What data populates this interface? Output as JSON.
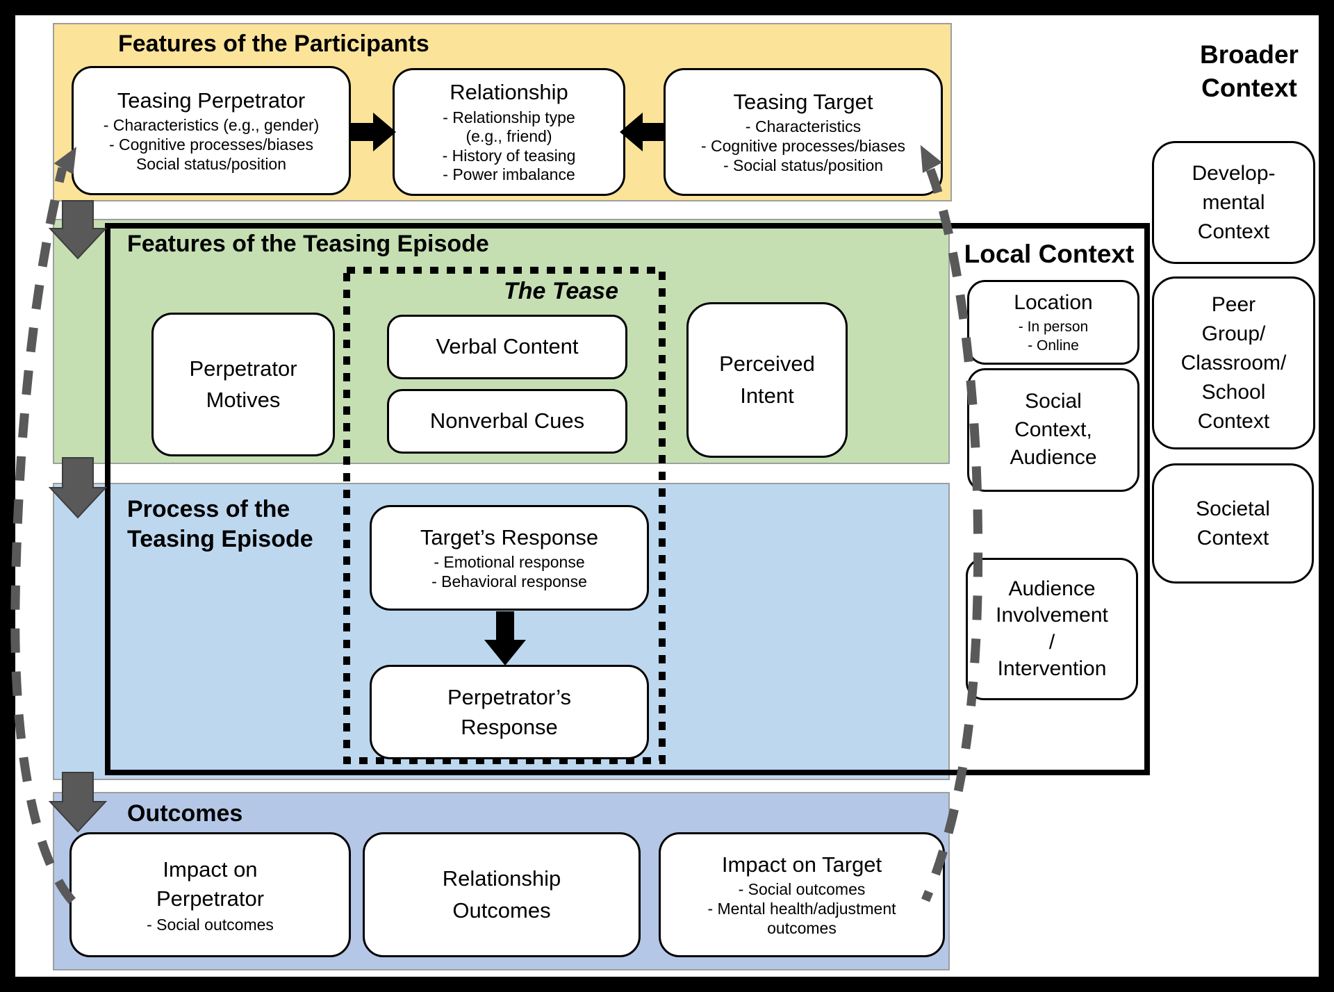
{
  "colors": {
    "frame": "#000000",
    "participants_band": "#FBE399",
    "episode_band": "#C5DFB3",
    "process_band": "#BDD7EE",
    "outcomes_band": "#B4C7E7",
    "box_bg": "#FFFFFF",
    "box_border": "#000000",
    "block_arrow": "#595959",
    "dashed_curve": "#595959",
    "band_border": "#9E9E9E"
  },
  "participants_band": {
    "title": "Features of the Participants",
    "perpetrator": {
      "title": "Teasing Perpetrator",
      "bullets": [
        "- Characteristics (e.g., gender)",
        "- Cognitive processes/biases",
        "Social status/position"
      ]
    },
    "relationship": {
      "title": "Relationship",
      "bullets": [
        "- Relationship type",
        "(e.g., friend)",
        "- History of teasing",
        "- Power imbalance"
      ]
    },
    "target": {
      "title": "Teasing Target",
      "bullets": [
        "- Characteristics",
        "- Cognitive processes/biases",
        "- Social status/position"
      ]
    }
  },
  "episode_band": {
    "title": "Features of the Teasing Episode",
    "perpetrator_motives": "Perpetrator\nMotives",
    "tease": {
      "title": "The Tease",
      "verbal": "Verbal Content",
      "nonverbal": "Nonverbal Cues"
    },
    "perceived_intent": "Perceived\nIntent"
  },
  "process_band": {
    "title": "Process of the\nTeasing Episode",
    "target_response": {
      "title": "Target’s Response",
      "bullets": [
        "- Emotional response",
        "- Behavioral response"
      ]
    },
    "perpetrator_response": "Perpetrator’s\nResponse"
  },
  "outcomes_band": {
    "title": "Outcomes",
    "impact_perpetrator": {
      "title": "Impact on\nPerpetrator",
      "bullets": [
        "- Social outcomes"
      ]
    },
    "relationship_outcomes": "Relationship\nOutcomes",
    "impact_target": {
      "title": "Impact on Target",
      "bullets": [
        "- Social outcomes",
        "- Mental health/adjustment",
        "outcomes"
      ]
    }
  },
  "local_context": {
    "title": "Local Context",
    "location": {
      "title": "Location",
      "bullets": [
        "- In person",
        "- Online"
      ]
    },
    "social_context": "Social\nContext,\nAudience",
    "audience_involvement": "Audience\nInvolvement\n/\nIntervention"
  },
  "broader_context": {
    "title": "Broader\nContext",
    "developmental": "Develop-\nmental\nContext",
    "peer_group": "Peer\nGroup/\nClassroom/\nSchool\nContext",
    "societal": "Societal\nContext"
  }
}
